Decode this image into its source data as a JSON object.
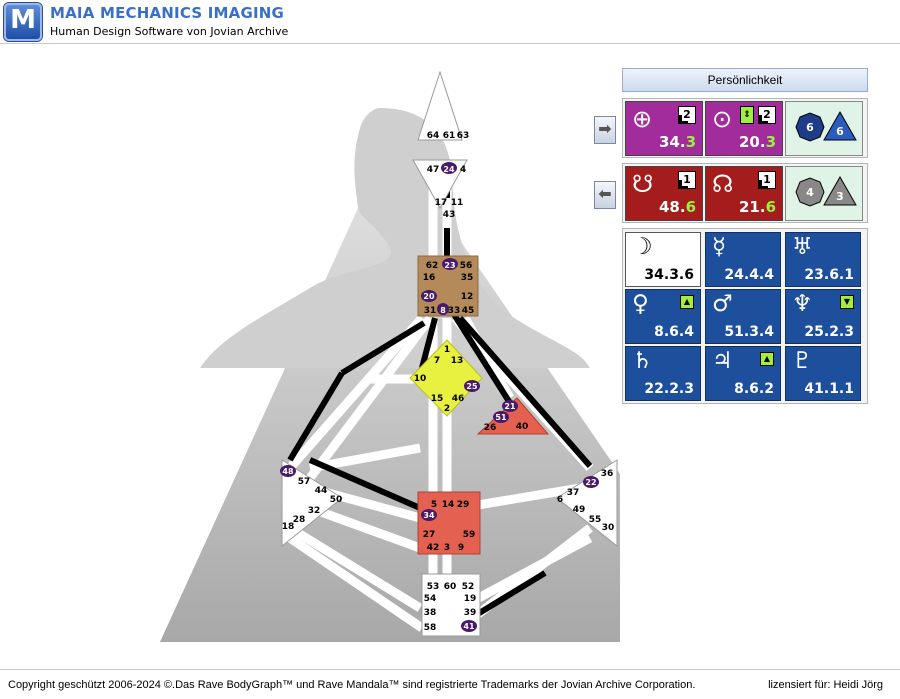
{
  "header": {
    "logo_letter": "M",
    "title": "MAIA MECHANICS IMAGING",
    "subtitle": "Human Design Software von Jovian Archive"
  },
  "bodygraph": {
    "gates": {
      "g64": "64",
      "g61": "61",
      "g63": "63",
      "g47": "47",
      "g24": "24",
      "g4": "4",
      "g17": "17",
      "g11": "11",
      "g43": "43",
      "g62": "62",
      "g23": "23",
      "g56": "56",
      "g16": "16",
      "g35": "35",
      "g20": "20",
      "g12": "12",
      "g31": "31",
      "g8": "8",
      "g33": "33",
      "g45": "45",
      "g1": "1",
      "g7": "7",
      "g13": "13",
      "g10": "10",
      "g25": "25",
      "g15": "15",
      "g46": "46",
      "g2": "2",
      "g21": "21",
      "g51": "51",
      "g26": "26",
      "g40": "40",
      "g48": "48",
      "g57": "57",
      "g44": "44",
      "g50": "50",
      "g32": "32",
      "g28": "28",
      "g18": "18",
      "g36": "36",
      "g22": "22",
      "g37": "37",
      "g6": "6",
      "g49": "49",
      "g55": "55",
      "g30": "30",
      "g5": "5",
      "g14": "14",
      "g29": "29",
      "g34": "34",
      "g27": "27",
      "g59": "59",
      "g42": "42",
      "g3": "3",
      "g9": "9",
      "g53": "53",
      "g60": "60",
      "g52": "52",
      "g54": "54",
      "g19": "19",
      "g38": "38",
      "g39": "39",
      "g58": "58",
      "g41": "41"
    },
    "colors": {
      "head": "#ffffff",
      "ajna": "#ffffff",
      "throat": "#b48a5a",
      "g_center": "#e8f040",
      "heart": "#e46050",
      "sacral": "#e46050",
      "spleen": "#ffffff",
      "solar_plexus": "#ffffff",
      "root": "#ffffff",
      "active_gate": "#4a1a6a"
    }
  },
  "panel": {
    "title": "Persönlichkeit",
    "sun": {
      "symbol": "⊕",
      "value_main": "34.",
      "value_line": "3",
      "tone": "2"
    },
    "earth": {
      "symbol": "⊙",
      "value_main": "20.",
      "value_line": "3",
      "tone": "2",
      "arrow": "⇕"
    },
    "color_top": {
      "left": "6",
      "right": "6"
    },
    "south_node": {
      "symbol": "☋",
      "value_main": "48.",
      "value_line": "6",
      "tone": "1"
    },
    "north_node": {
      "symbol": "☊",
      "value_main": "21.",
      "value_line": "6",
      "tone": "1"
    },
    "color_bottom": {
      "left": "4",
      "right": "3"
    },
    "planets": [
      {
        "symbol": "☽",
        "value": "34.3.6",
        "marker": ""
      },
      {
        "symbol": "☿",
        "value": "24.4.4",
        "marker": ""
      },
      {
        "symbol": "♅",
        "value": "23.6.1",
        "marker": ""
      },
      {
        "symbol": "♀",
        "value": "8.6.4",
        "marker": "▲"
      },
      {
        "symbol": "♂",
        "value": "51.3.4",
        "marker": ""
      },
      {
        "symbol": "♆",
        "value": "25.2.3",
        "marker": "▼"
      },
      {
        "symbol": "♄",
        "value": "22.2.3",
        "marker": ""
      },
      {
        "symbol": "♃",
        "value": "8.6.2",
        "marker": "▲"
      },
      {
        "symbol": "♇",
        "value": "41.1.1",
        "marker": ""
      }
    ],
    "arrow_right": "➡",
    "arrow_left": "⬅"
  },
  "footer": {
    "copyright": "Copyright geschützt 2006-2024 ©.Das Rave BodyGraph™ und Rave Mandala™ sind registrierte Trademarks der Jovian Archive Corporation.",
    "license": "lizensiert für: Heidi Jörg"
  }
}
